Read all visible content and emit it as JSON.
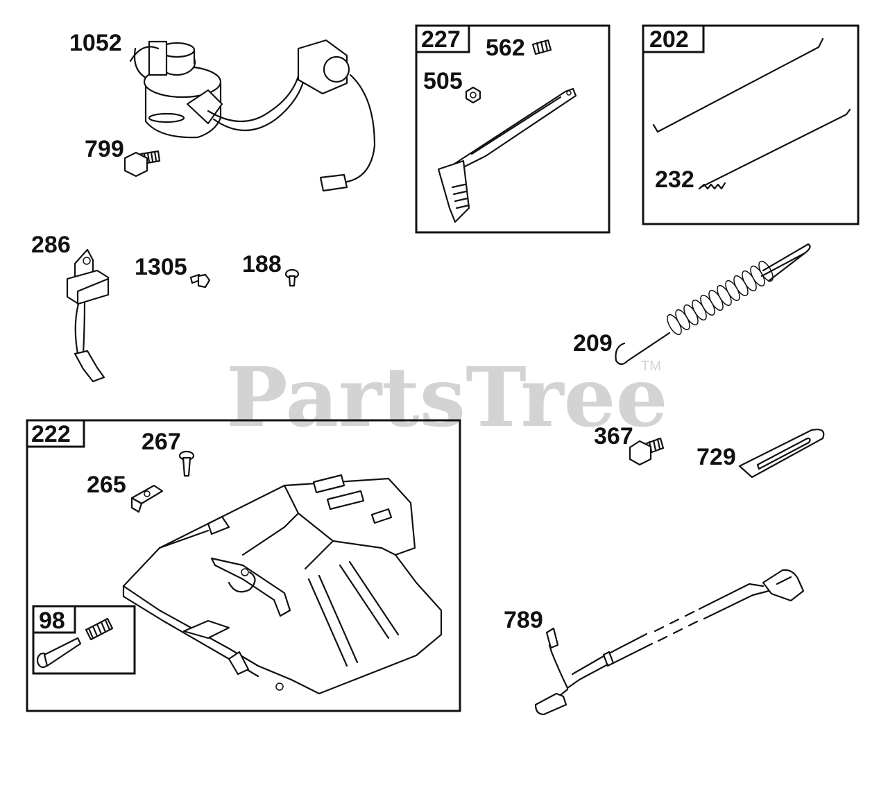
{
  "watermark": {
    "text": "PartsTree",
    "trademark": "TM"
  },
  "boxes": {
    "b227": "227",
    "b202": "202",
    "b222": "222",
    "b98": "98"
  },
  "labels": {
    "l1052": "1052",
    "l799": "799",
    "l562": "562",
    "l505": "505",
    "l232": "232",
    "l286": "286",
    "l1305": "1305",
    "l188": "188",
    "l209": "209",
    "l267": "267",
    "l265": "265",
    "l367": "367",
    "l729": "729",
    "l789": "789"
  },
  "icons": [
    "ignition-coil-icon",
    "bolt-icon",
    "screw-icon",
    "nut-icon",
    "link-rod-icon",
    "spring-icon",
    "bracket-icon",
    "control-arm-icon",
    "spark-plug-wire-icon",
    "strap-icon"
  ]
}
